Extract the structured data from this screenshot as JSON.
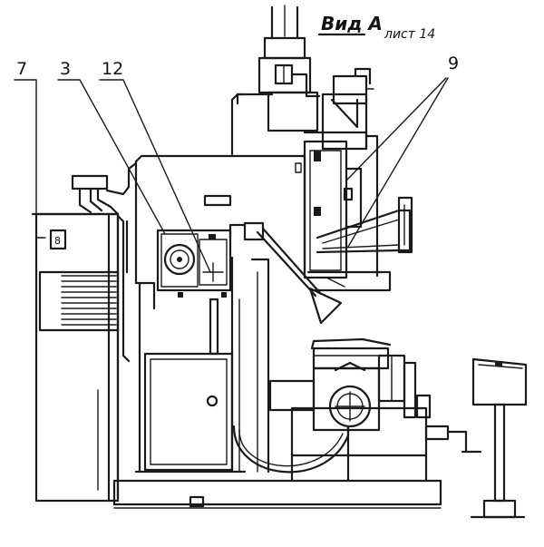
{
  "view_title": "Вид А",
  "sheet_label": "лист 14",
  "callouts": {
    "c7": "7",
    "c3": "3",
    "c12": "12",
    "c9": "9"
  },
  "panel_marking": "8"
}
